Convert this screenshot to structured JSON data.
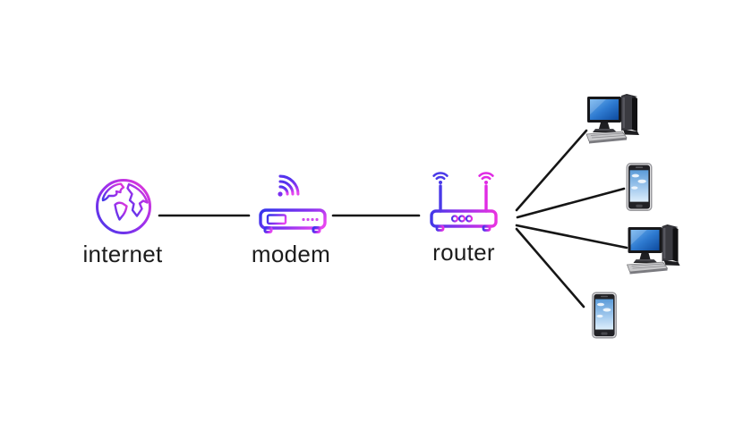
{
  "diagram": {
    "background_color": "#ffffff",
    "nodes": [
      {
        "id": "internet",
        "label": "internet",
        "icon": "globe-icon"
      },
      {
        "id": "modem",
        "label": "modem",
        "icon": "modem-icon"
      },
      {
        "id": "router",
        "label": "router",
        "icon": "router-icon"
      }
    ],
    "devices": [
      {
        "id": "desktop-1",
        "type": "desktop-computer",
        "icon": "desktop-computer-icon"
      },
      {
        "id": "phone-1",
        "type": "smartphone",
        "icon": "smartphone-icon"
      },
      {
        "id": "desktop-2",
        "type": "desktop-computer",
        "icon": "desktop-computer-icon"
      },
      {
        "id": "phone-2",
        "type": "smartphone",
        "icon": "smartphone-icon"
      }
    ],
    "connections": [
      {
        "from": "internet",
        "to": "modem"
      },
      {
        "from": "modem",
        "to": "router"
      },
      {
        "from": "router",
        "to": "desktop-1"
      },
      {
        "from": "router",
        "to": "phone-1"
      },
      {
        "from": "router",
        "to": "desktop-2"
      },
      {
        "from": "router",
        "to": "phone-2"
      }
    ],
    "colors": {
      "gradient_blue": "#4338e8",
      "gradient_purple": "#9a30ec",
      "gradient_magenta": "#e838d8",
      "connection_line": "#161616",
      "label_text": "#1c1c1c"
    }
  }
}
